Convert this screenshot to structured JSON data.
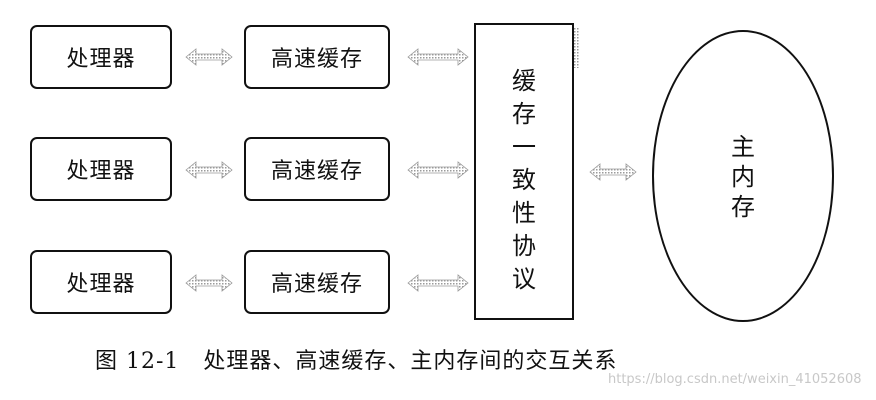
{
  "processor_label": "处理器",
  "cache_label": "高速缓存",
  "protocol_chars": [
    "缓",
    "存",
    "一",
    "致",
    "性",
    "协",
    "议"
  ],
  "memory_chars": [
    "主",
    "内",
    "存"
  ],
  "caption": "图 12-1   处理器、高速缓存、主内存间的交互关系",
  "watermark": "https://blog.csdn.net/weixin_41052608"
}
